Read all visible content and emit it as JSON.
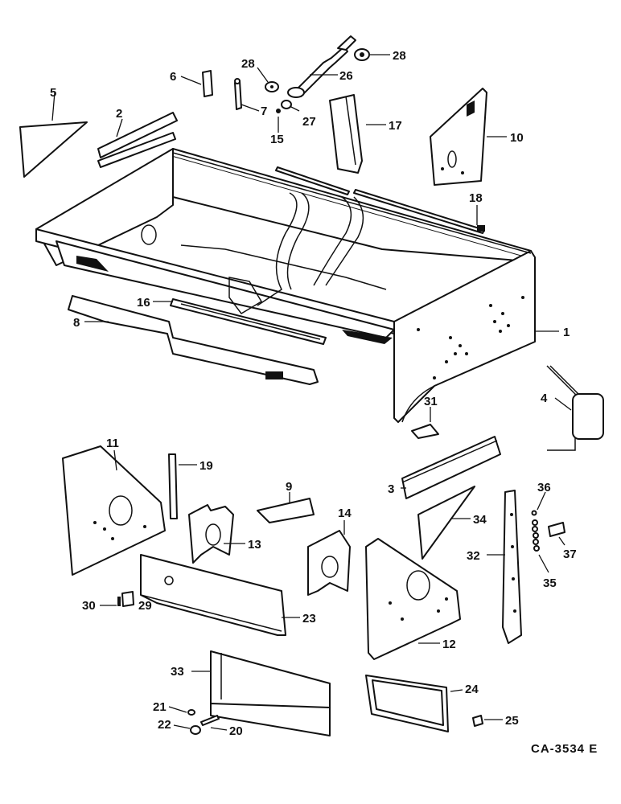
{
  "figure_code": "CA-3534 E",
  "callouts": {
    "n1": "1",
    "n2": "2",
    "n3": "3",
    "n4": "4",
    "n5": "5",
    "n6": "6",
    "n7": "7",
    "n8": "8",
    "n9": "9",
    "n10": "10",
    "n11": "11",
    "n12": "12",
    "n13": "13",
    "n14": "14",
    "n15": "15",
    "n16": "16",
    "n17": "17",
    "n18": "18",
    "n19": "19",
    "n20": "20",
    "n21": "21",
    "n22": "22",
    "n23": "23",
    "n24": "24",
    "n25": "25",
    "n26": "26",
    "n27": "27",
    "n28a": "28",
    "n28b": "28",
    "n29": "29",
    "n30": "30",
    "n31": "31",
    "n32": "32",
    "n33": "33",
    "n34": "34",
    "n35": "35",
    "n36": "36",
    "n37": "37"
  }
}
